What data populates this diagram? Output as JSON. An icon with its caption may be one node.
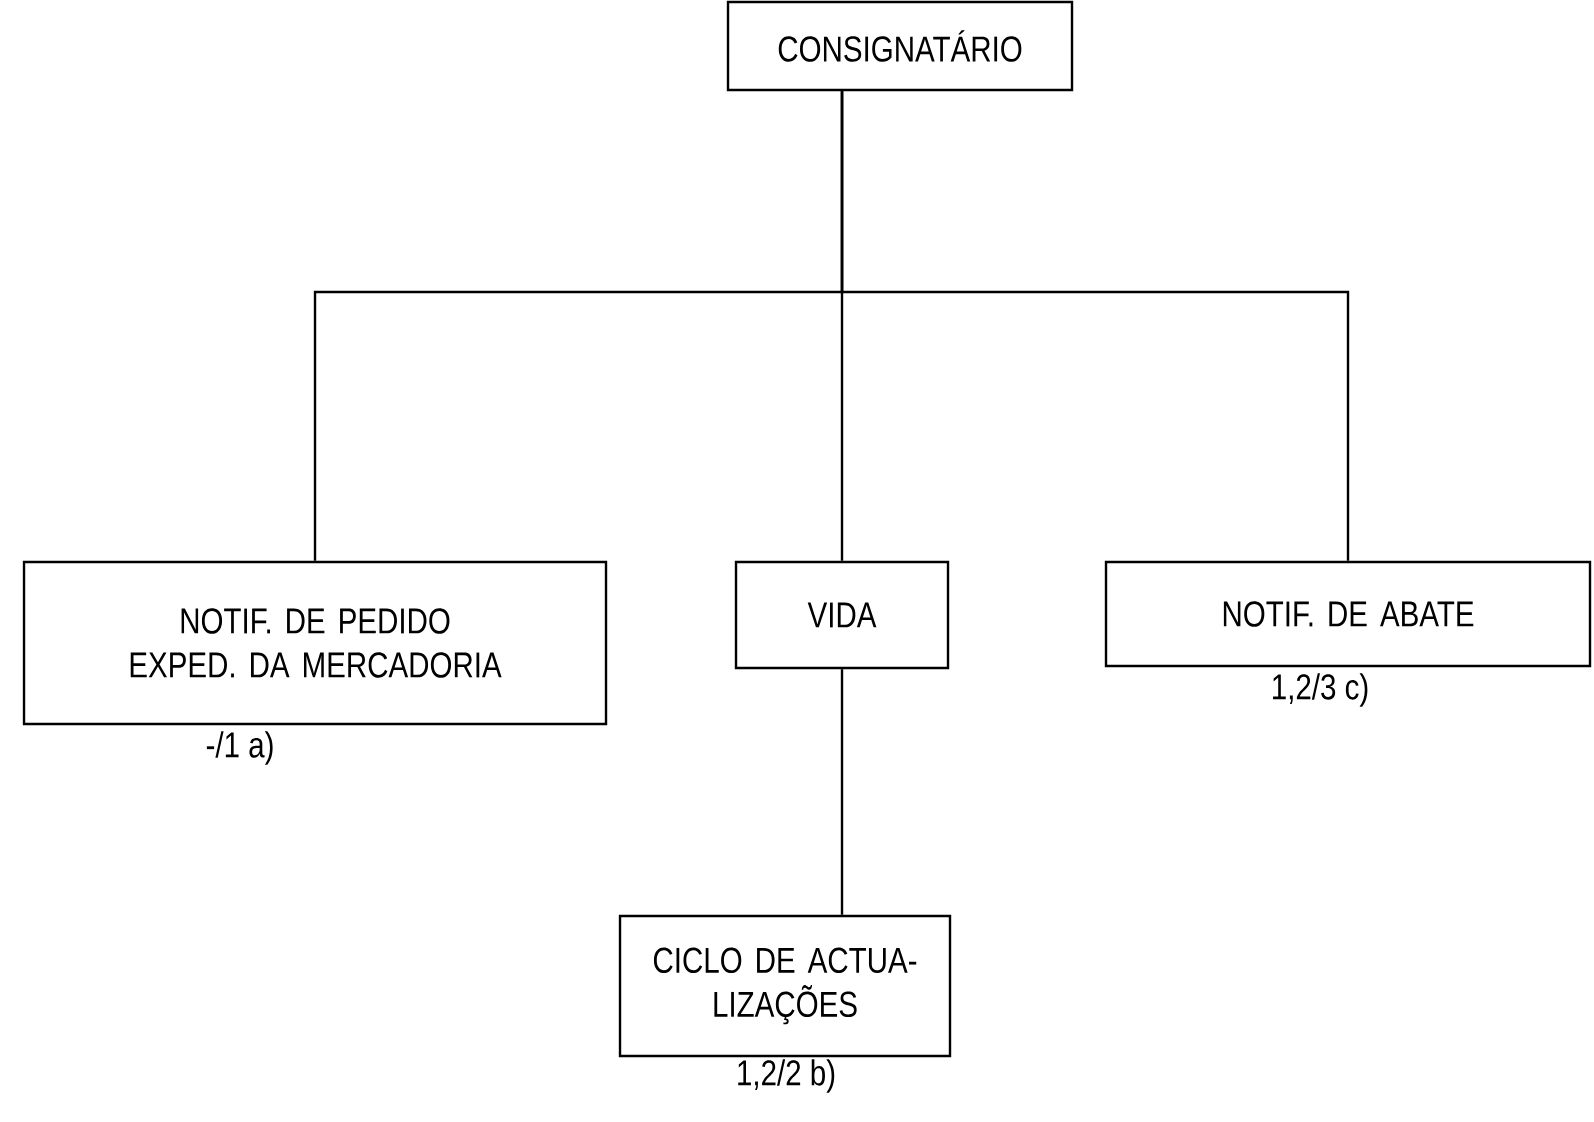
{
  "diagram": {
    "nodes": [
      {
        "text": [
          "CONSIGNATÁRIO"
        ]
      },
      {
        "text": [
          "NOTIF. DE PEDIDO EXPED. DA MERCADORIA"
        ],
        "beside": [
          "-/1 a)"
        ]
      },
      {
        "text": [
          "VIDA"
        ]
      },
      {
        "text": [
          "NOTIF. DE ABATE"
        ],
        "beside": [
          "1,2/3 c)"
        ]
      },
      {
        "text": [
          "CICLO DE ACTUA- LIZAÇÕES"
        ],
        "beside": [
          "1,2/2 b)"
        ]
      }
    ],
    "edges": [
      {
        "from": 0,
        "to": 1,
        "arrow": "none"
      },
      {
        "from": 0,
        "to": 2,
        "arrow": "none"
      },
      {
        "from": 0,
        "to": 3,
        "arrow": "none"
      },
      {
        "from": 2,
        "to": 4,
        "arrow": "none"
      }
    ]
  }
}
